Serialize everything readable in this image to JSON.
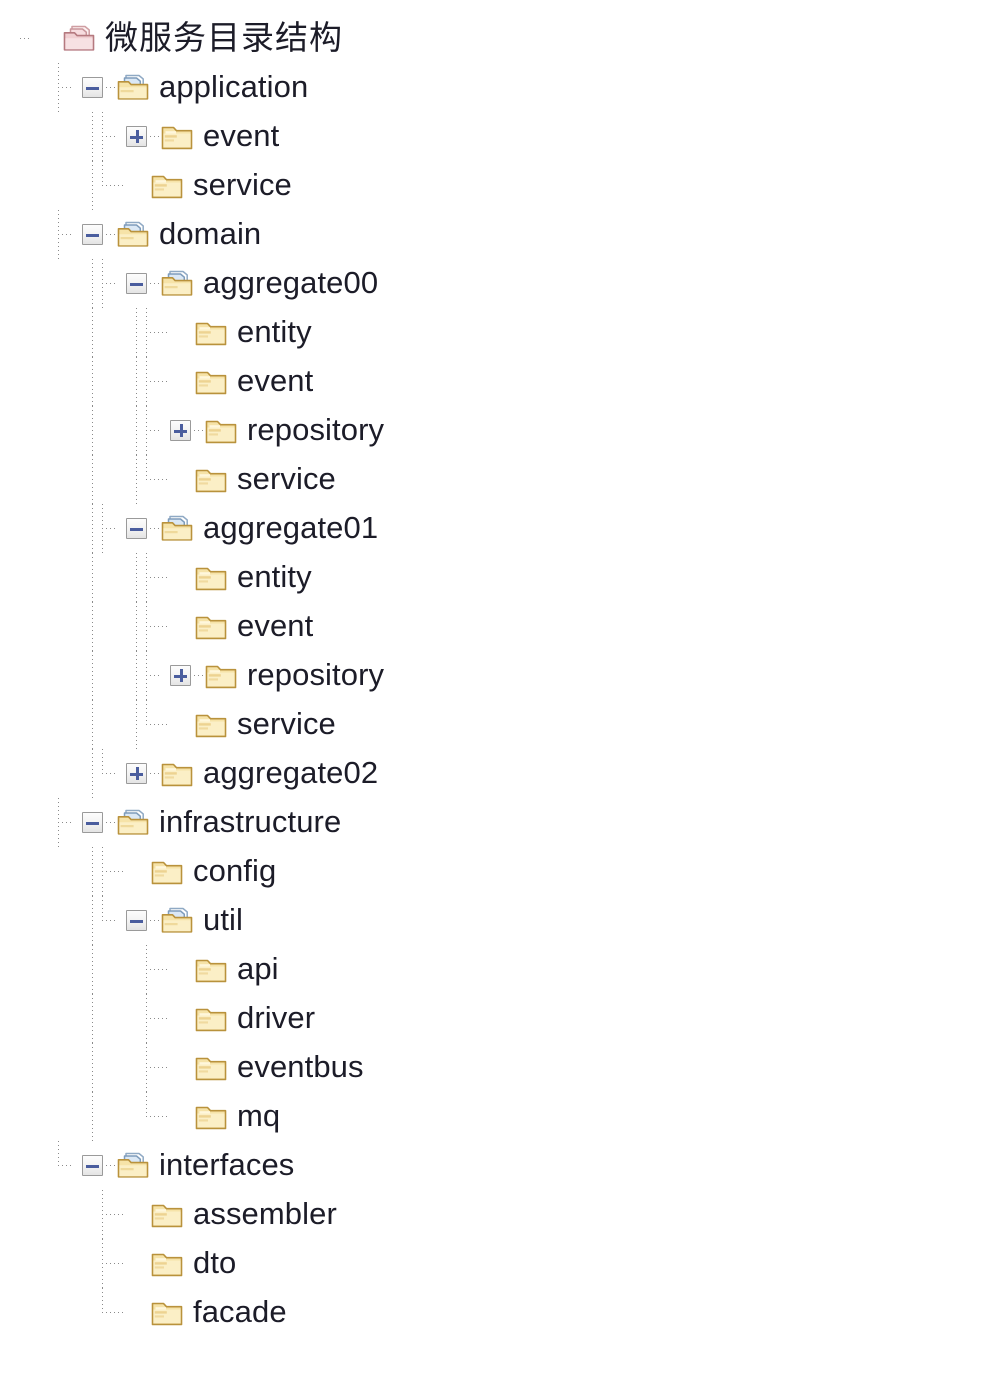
{
  "view": {
    "kind": "file-tree",
    "background": "#ffffff",
    "text_color": "#1c1c28",
    "guide_color": "#8a8a8a",
    "expander_glyph_color": "#4a5d9e",
    "folder_color": "#e8c36a",
    "root_folder_color": "#e0b9bc"
  },
  "tree": {
    "nodes": [
      {
        "id": "root",
        "label": "微服务目录结构",
        "depth": 0,
        "icon": "folder-open-pink-icon",
        "expander": "none",
        "cjk": true
      },
      {
        "id": "application",
        "label": "application",
        "depth": 1,
        "icon": "folder-open-icon",
        "expander": "minus"
      },
      {
        "id": "application-event",
        "label": "event",
        "depth": 2,
        "icon": "folder-closed-icon",
        "expander": "plus"
      },
      {
        "id": "application-service",
        "label": "service",
        "depth": 2,
        "icon": "folder-closed-icon",
        "expander": "none"
      },
      {
        "id": "domain",
        "label": "domain",
        "depth": 1,
        "icon": "folder-open-icon",
        "expander": "minus"
      },
      {
        "id": "aggregate00",
        "label": "aggregate00",
        "depth": 2,
        "icon": "folder-open-icon",
        "expander": "minus"
      },
      {
        "id": "aggregate00-entity",
        "label": "entity",
        "depth": 3,
        "icon": "folder-closed-icon",
        "expander": "none"
      },
      {
        "id": "aggregate00-event",
        "label": "event",
        "depth": 3,
        "icon": "folder-closed-icon",
        "expander": "none"
      },
      {
        "id": "aggregate00-repository",
        "label": "repository",
        "depth": 3,
        "icon": "folder-closed-icon",
        "expander": "plus"
      },
      {
        "id": "aggregate00-service",
        "label": "service",
        "depth": 3,
        "icon": "folder-closed-icon",
        "expander": "none"
      },
      {
        "id": "aggregate01",
        "label": "aggregate01",
        "depth": 2,
        "icon": "folder-open-icon",
        "expander": "minus"
      },
      {
        "id": "aggregate01-entity",
        "label": "entity",
        "depth": 3,
        "icon": "folder-closed-icon",
        "expander": "none"
      },
      {
        "id": "aggregate01-event",
        "label": "event",
        "depth": 3,
        "icon": "folder-closed-icon",
        "expander": "none"
      },
      {
        "id": "aggregate01-repository",
        "label": "repository",
        "depth": 3,
        "icon": "folder-closed-icon",
        "expander": "plus"
      },
      {
        "id": "aggregate01-service",
        "label": "service",
        "depth": 3,
        "icon": "folder-closed-icon",
        "expander": "none"
      },
      {
        "id": "aggregate02",
        "label": "aggregate02",
        "depth": 2,
        "icon": "folder-closed-icon",
        "expander": "plus"
      },
      {
        "id": "infrastructure",
        "label": "infrastructure",
        "depth": 1,
        "icon": "folder-open-icon",
        "expander": "minus"
      },
      {
        "id": "infrastructure-config",
        "label": "config",
        "depth": 2,
        "icon": "folder-closed-icon",
        "expander": "none"
      },
      {
        "id": "infrastructure-util",
        "label": "util",
        "depth": 2,
        "icon": "folder-open-icon",
        "expander": "minus"
      },
      {
        "id": "util-api",
        "label": "api",
        "depth": 3,
        "icon": "folder-closed-icon",
        "expander": "none"
      },
      {
        "id": "util-driver",
        "label": "driver",
        "depth": 3,
        "icon": "folder-closed-icon",
        "expander": "none"
      },
      {
        "id": "util-eventbus",
        "label": "eventbus",
        "depth": 3,
        "icon": "folder-closed-icon",
        "expander": "none"
      },
      {
        "id": "util-mq",
        "label": "mq",
        "depth": 3,
        "icon": "folder-closed-icon",
        "expander": "none"
      },
      {
        "id": "interfaces",
        "label": "interfaces",
        "depth": 1,
        "icon": "folder-open-icon",
        "expander": "minus"
      },
      {
        "id": "interfaces-assembler",
        "label": "assembler",
        "depth": 2,
        "icon": "folder-closed-icon",
        "expander": "none"
      },
      {
        "id": "interfaces-dto",
        "label": "dto",
        "depth": 2,
        "icon": "folder-closed-icon",
        "expander": "none"
      },
      {
        "id": "interfaces-facade",
        "label": "facade",
        "depth": 2,
        "icon": "folder-closed-icon",
        "expander": "none"
      }
    ]
  }
}
